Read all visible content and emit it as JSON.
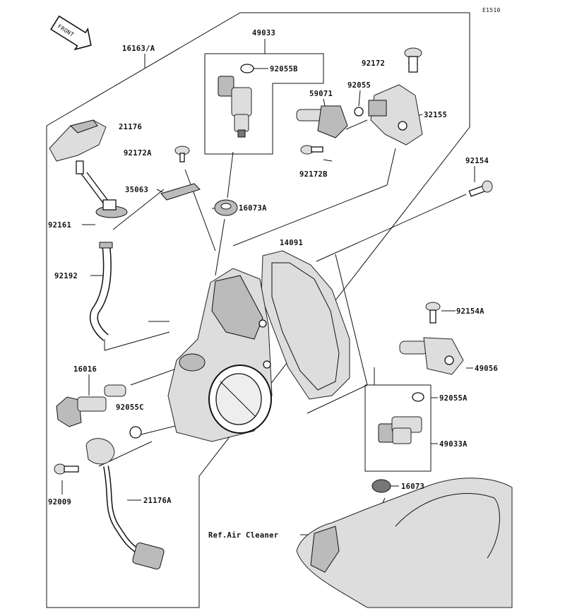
{
  "diagram": {
    "code": "E1510",
    "front_label": "FRONT",
    "ref_label": "Ref.Air Cleaner",
    "callouts": {
      "c16163A": "16163/A",
      "c49033": "49033",
      "c92055B": "92055B",
      "c92172": "92172",
      "c59071": "59071",
      "c92055": "92055",
      "c32155": "32155",
      "c21176": "21176",
      "c92172A": "92172A",
      "c92172B": "92172B",
      "c35063": "35063",
      "c16073A": "16073A",
      "c92154": "92154",
      "c92161": "92161",
      "c14091": "14091",
      "c92192": "92192",
      "c92154A": "92154A",
      "c49056": "49056",
      "c16016": "16016",
      "c92055A": "92055A",
      "c92055C": "92055C",
      "c49033A": "49033A",
      "c16073": "16073",
      "c92009": "92009",
      "c21176A": "21176A"
    }
  }
}
